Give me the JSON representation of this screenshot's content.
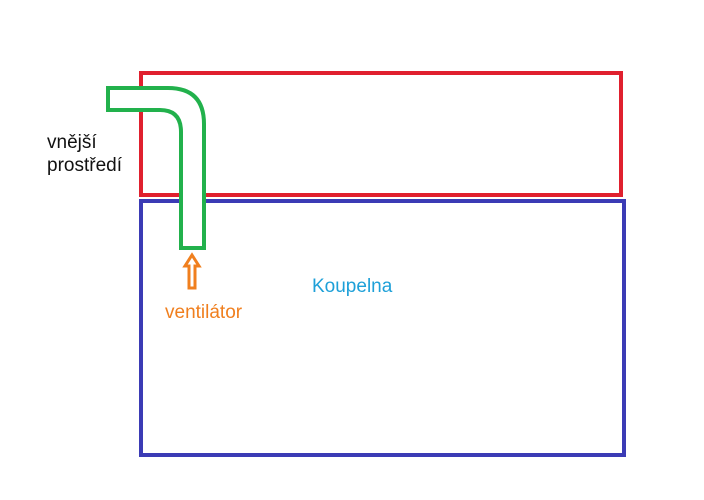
{
  "labels": {
    "outside_line1": "vnější",
    "outside_line2": "prostředí",
    "room": "Koupelna",
    "fan": "ventilátor"
  },
  "colors": {
    "upper_room": "#e0202e",
    "bathroom": "#3b3bb5",
    "duct": "#22b14c",
    "fan_arrow": "#f07f1e",
    "room_label": "#1ea0d8",
    "fan_label": "#f07f1e",
    "background": "#ffffff"
  },
  "icons": {
    "fan_arrow": "up-arrow-icon"
  }
}
